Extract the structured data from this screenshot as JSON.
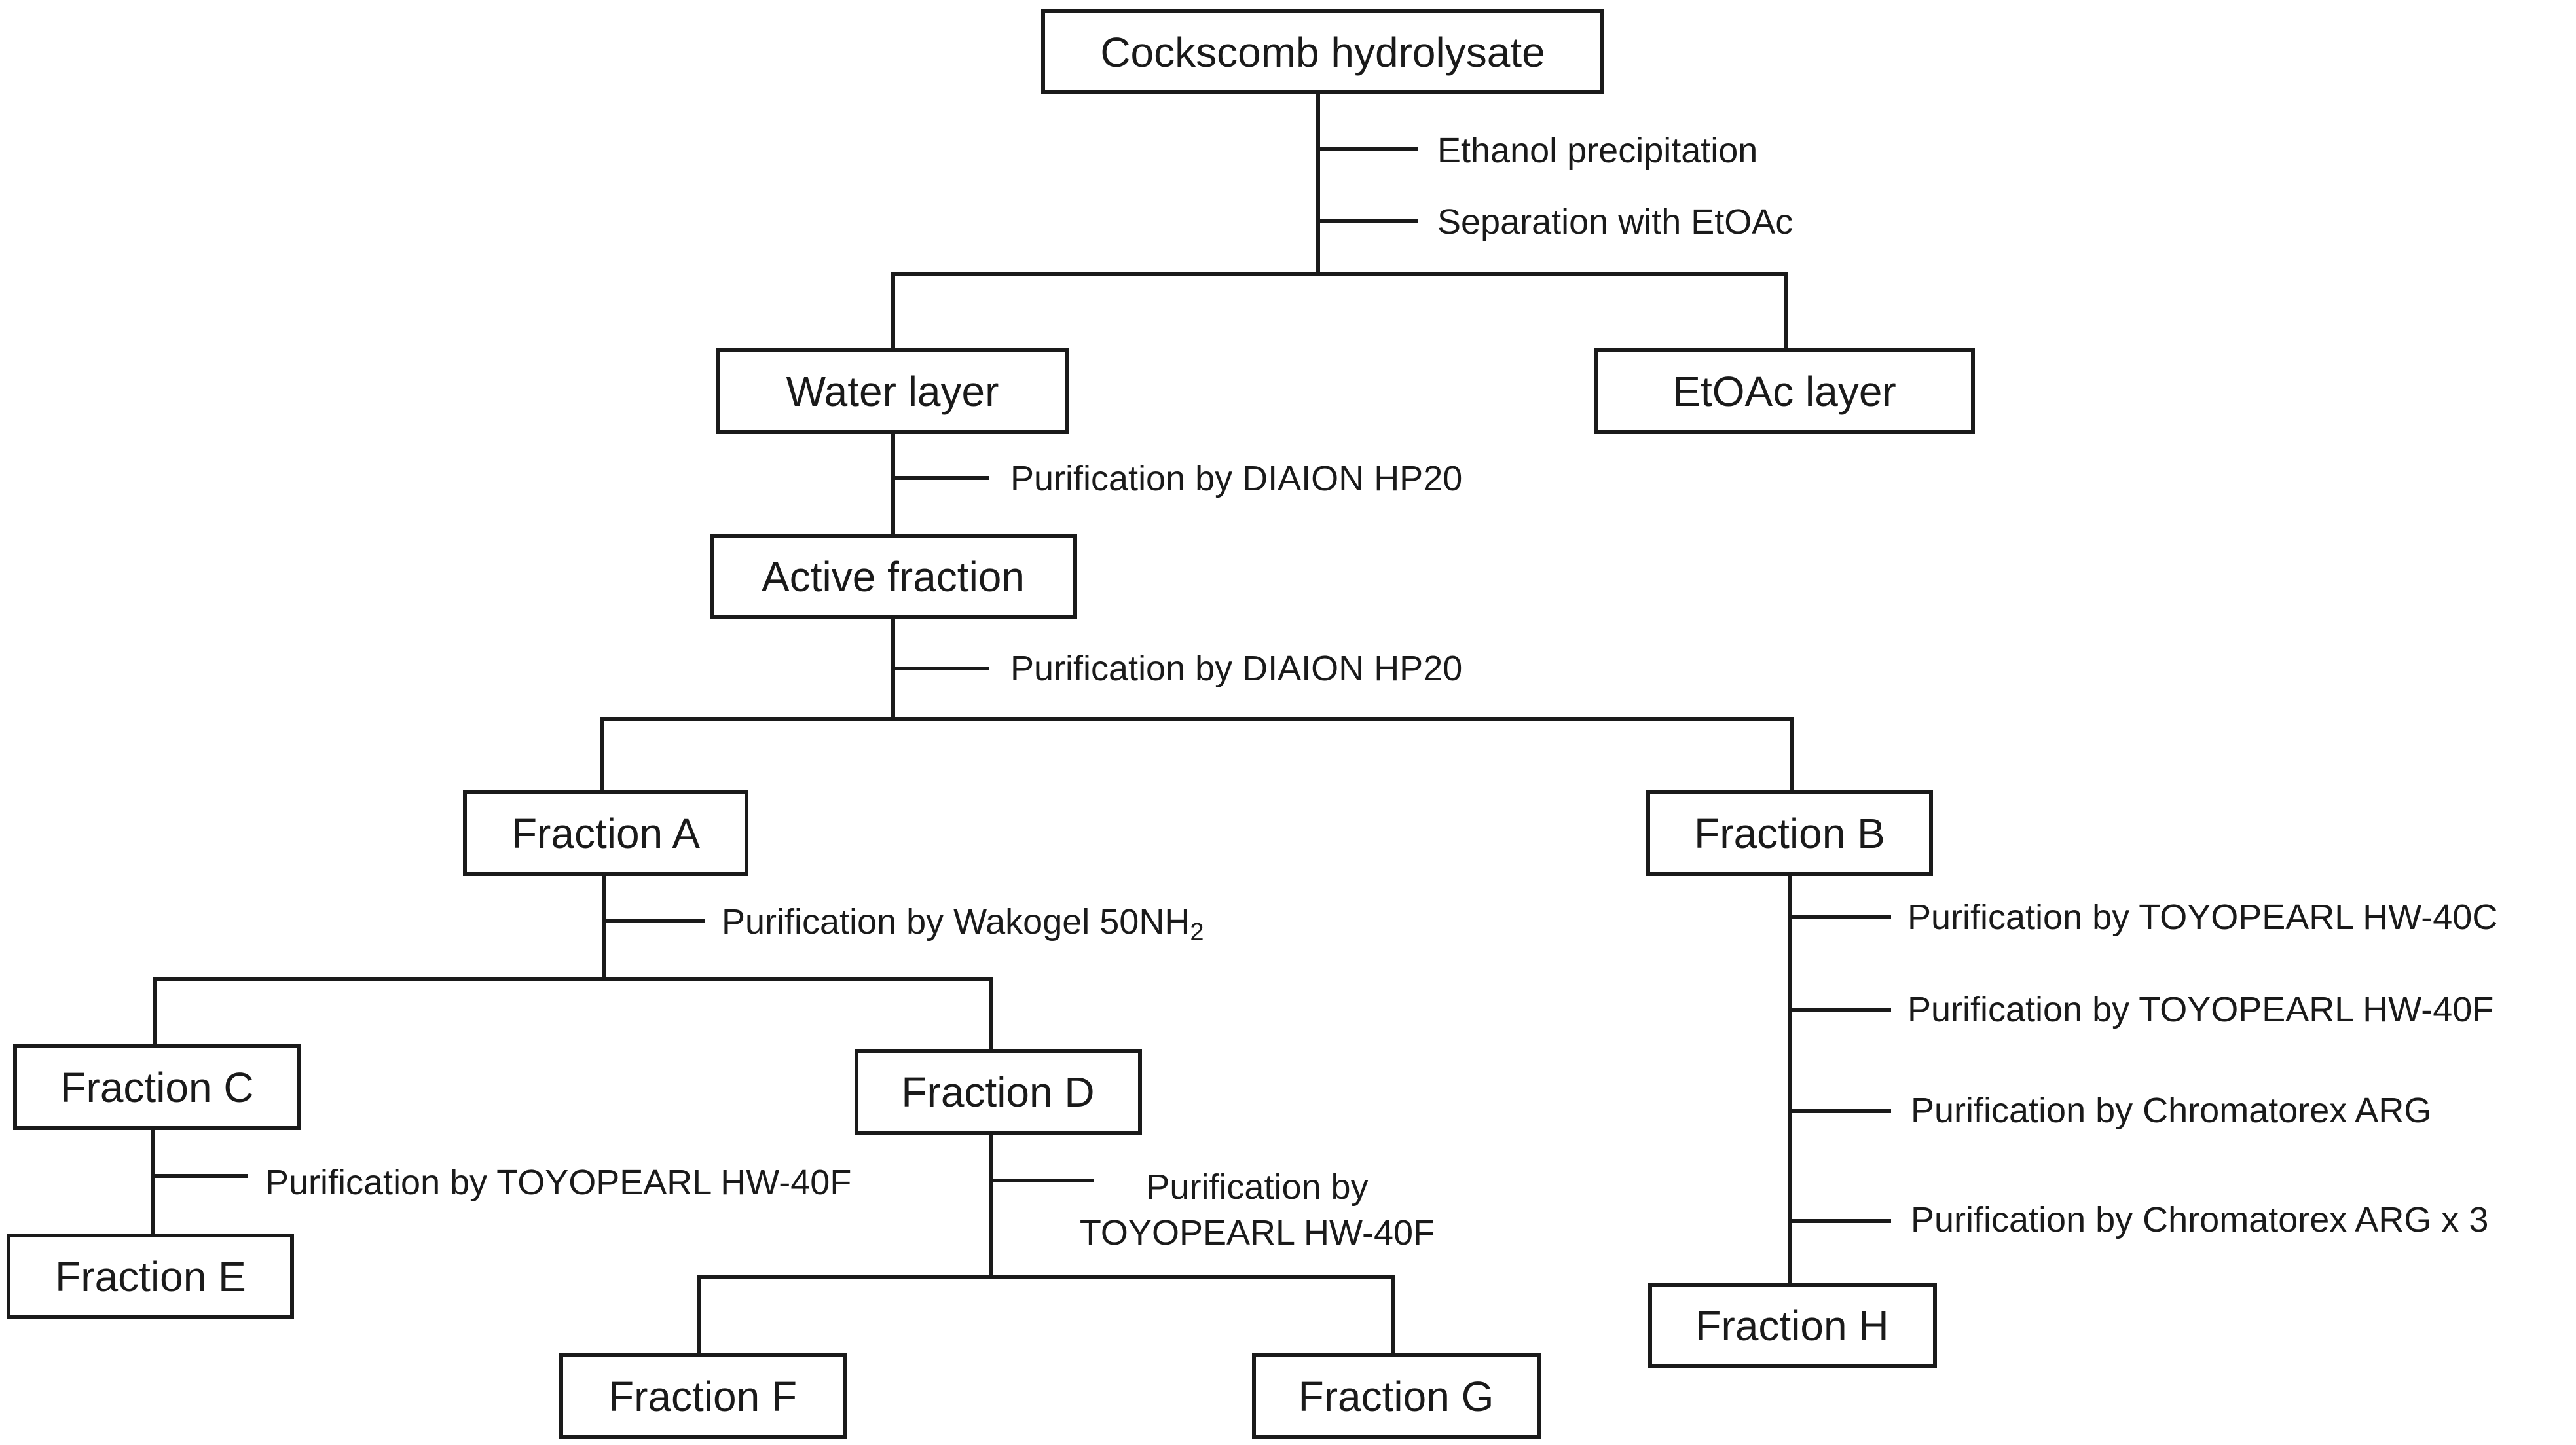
{
  "nodes": {
    "hydrolysate": "Cockscomb hydrolysate",
    "water_layer": "Water layer",
    "etoac_layer": "EtOAc layer",
    "active_fraction": "Active fraction",
    "fraction_a": "Fraction A",
    "fraction_b": "Fraction B",
    "fraction_c": "Fraction C",
    "fraction_d": "Fraction D",
    "fraction_e": "Fraction E",
    "fraction_f": "Fraction F",
    "fraction_g": "Fraction G",
    "fraction_h": "Fraction H"
  },
  "steps": {
    "ethanol_precipitation": "Ethanol precipitation",
    "separation_etoac": "Separation with EtOAc",
    "water_to_active": "Purification by DIAION HP20",
    "active_to_ab": "Purification by DIAION HP20",
    "a_to_cd_prefix": "Purification by Wakogel 50NH",
    "a_to_cd_subscript": "2",
    "c_to_e": "Purification by TOYOPEARL HW-40F",
    "d_to_fg_line1": "Purification by",
    "d_to_fg_line2": "TOYOPEARL HW-40F",
    "b_step1": "Purification by TOYOPEARL HW-40C",
    "b_step2": "Purification by TOYOPEARL HW-40F",
    "b_step3": "Purification by Chromatorex ARG",
    "b_step4": "Purification by Chromatorex ARG x 3"
  }
}
